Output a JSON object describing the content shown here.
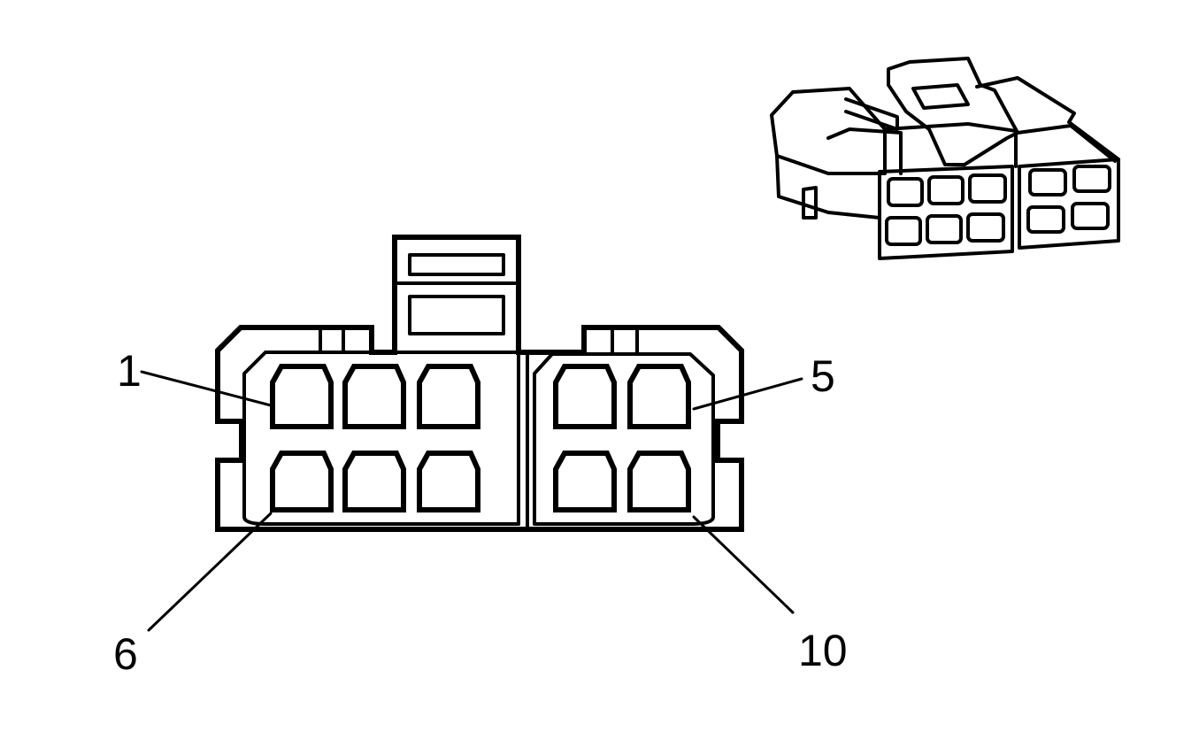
{
  "pin_labels": {
    "pin_1": "1",
    "pin_5": "5",
    "pin_6": "6",
    "pin_10": "10"
  },
  "colors": {
    "line": "#000000",
    "background": "#ffffff"
  }
}
